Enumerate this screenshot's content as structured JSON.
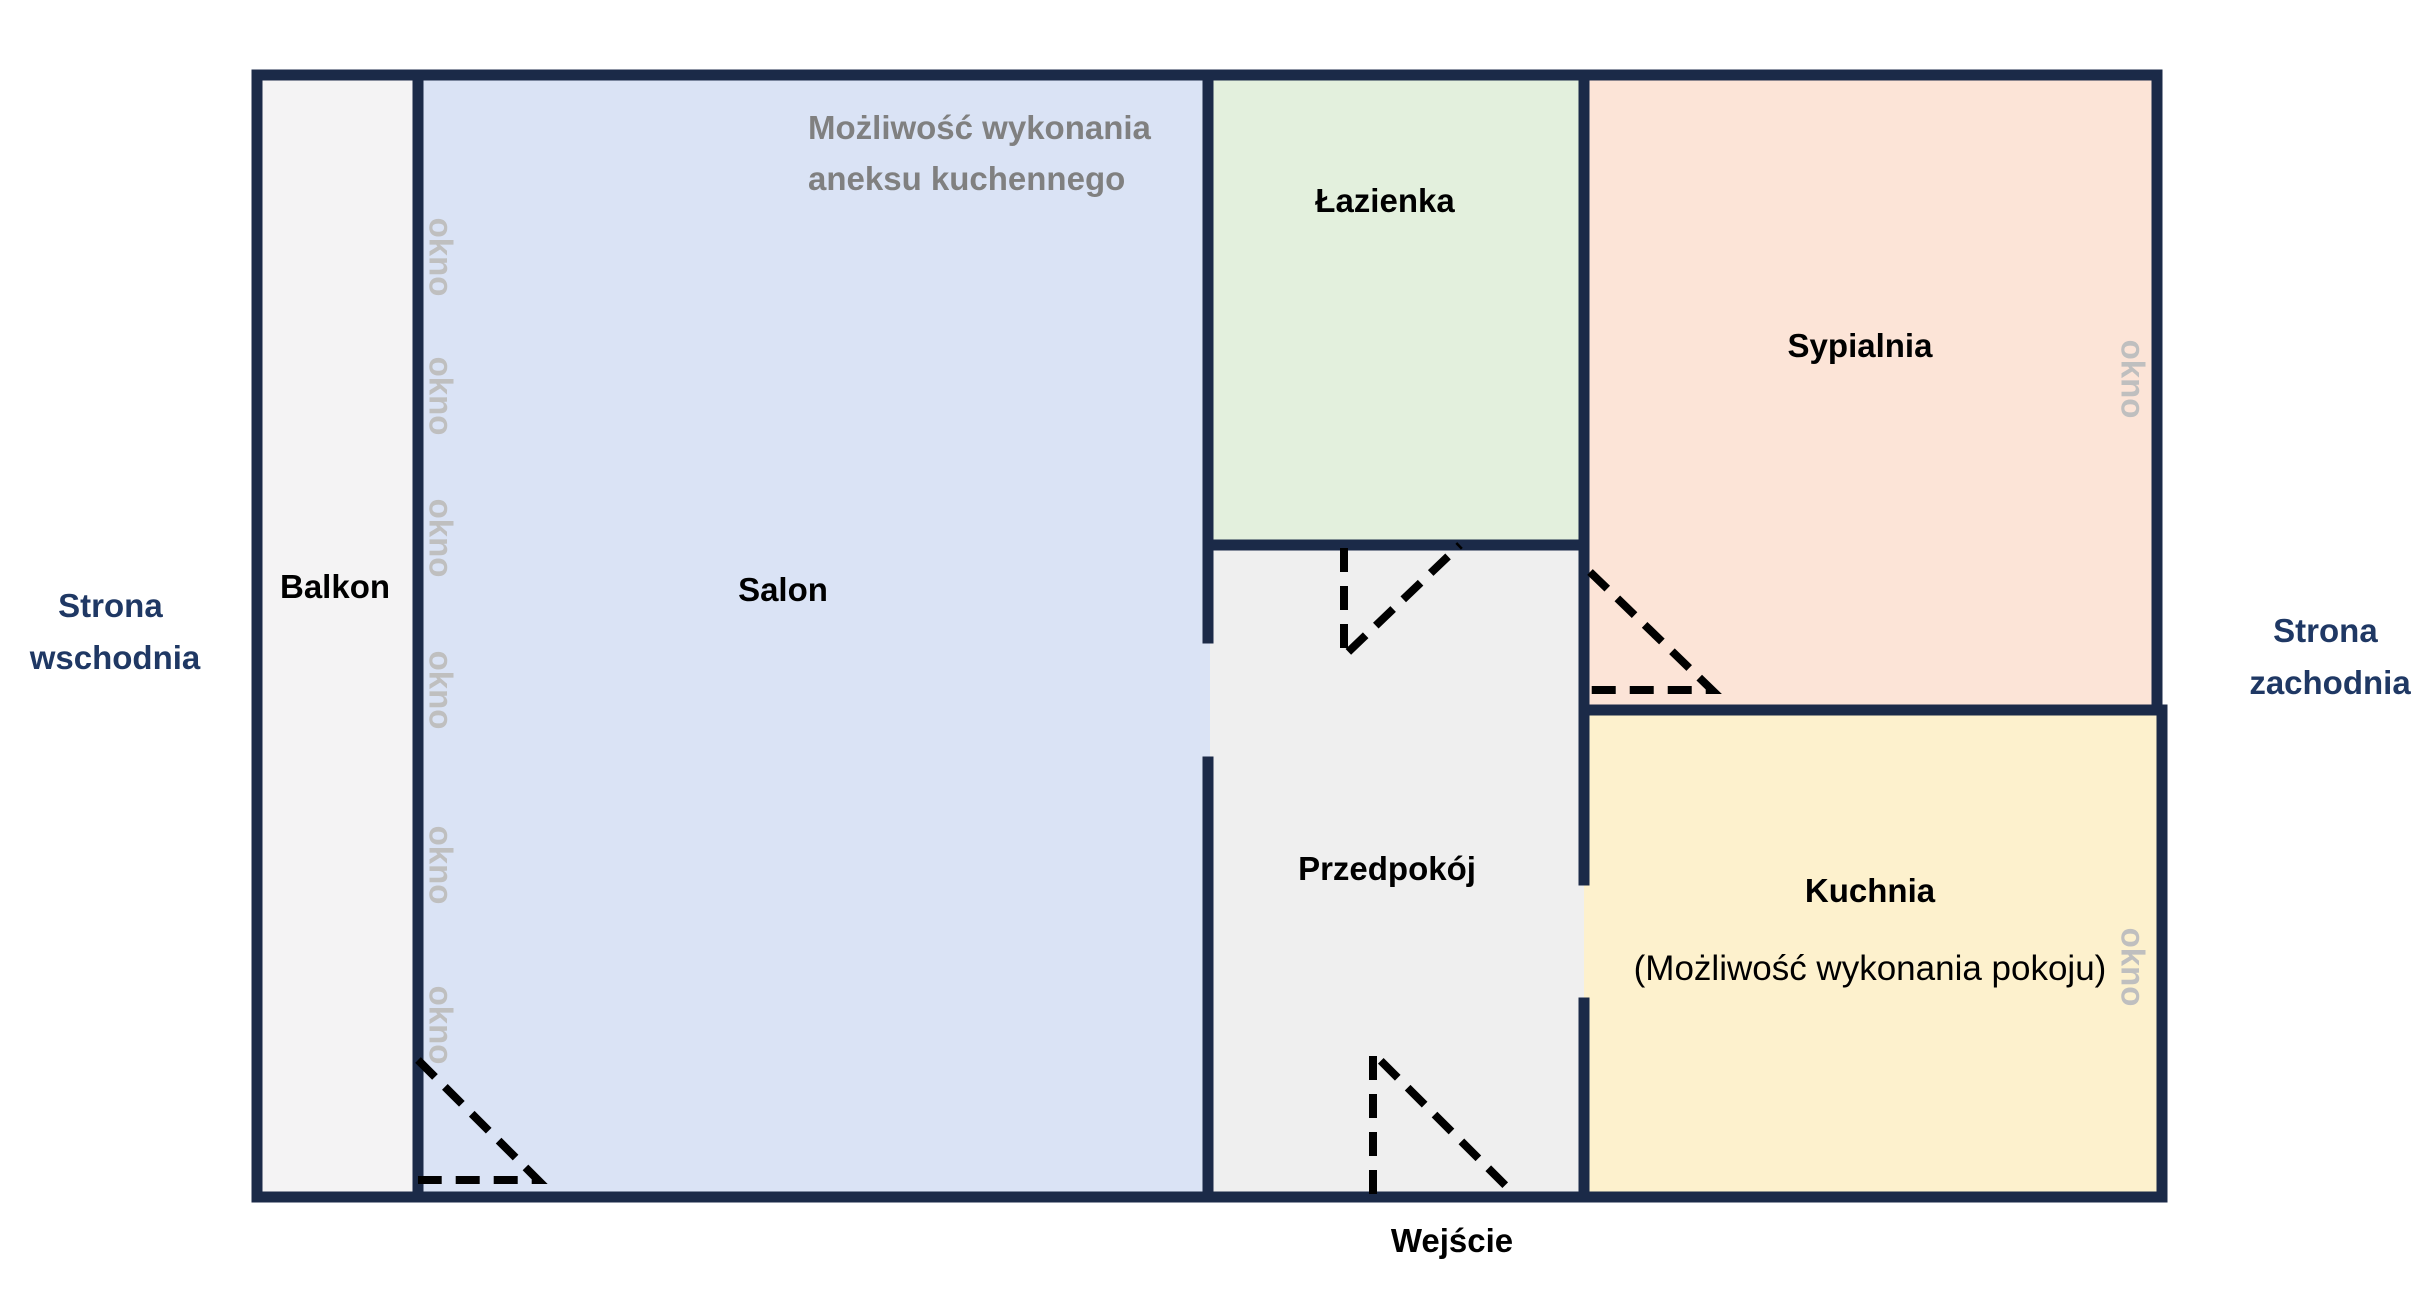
{
  "sides": {
    "east": [
      "Strona",
      "wschodnia"
    ],
    "west": [
      "Strona",
      "zachodnia"
    ]
  },
  "rooms": {
    "balcony": "Balkon",
    "living_room": "Salon",
    "bathroom": "Łazienka",
    "hallway": "Przedpokój",
    "bedroom": "Sypialnia",
    "kitchen": "Kuchnia"
  },
  "notes": {
    "kitchenette": [
      "Możliwość wykonania",
      "aneksu kuchennego"
    ],
    "kitchen_option": "(Możliwość wykonania pokoju)"
  },
  "window_label": "okno",
  "entrance": "Wejście",
  "colors": {
    "wall": "#1b2a48",
    "balcony": "#f4f3f4",
    "living_room": "#dae3f5",
    "bathroom": "#e3f0dd",
    "hallway": "#efefef",
    "bedroom": "#fce4d7",
    "kitchen": "#fdf1cd",
    "side_label": "#1f3864",
    "window_label": "#bfbfbf"
  }
}
